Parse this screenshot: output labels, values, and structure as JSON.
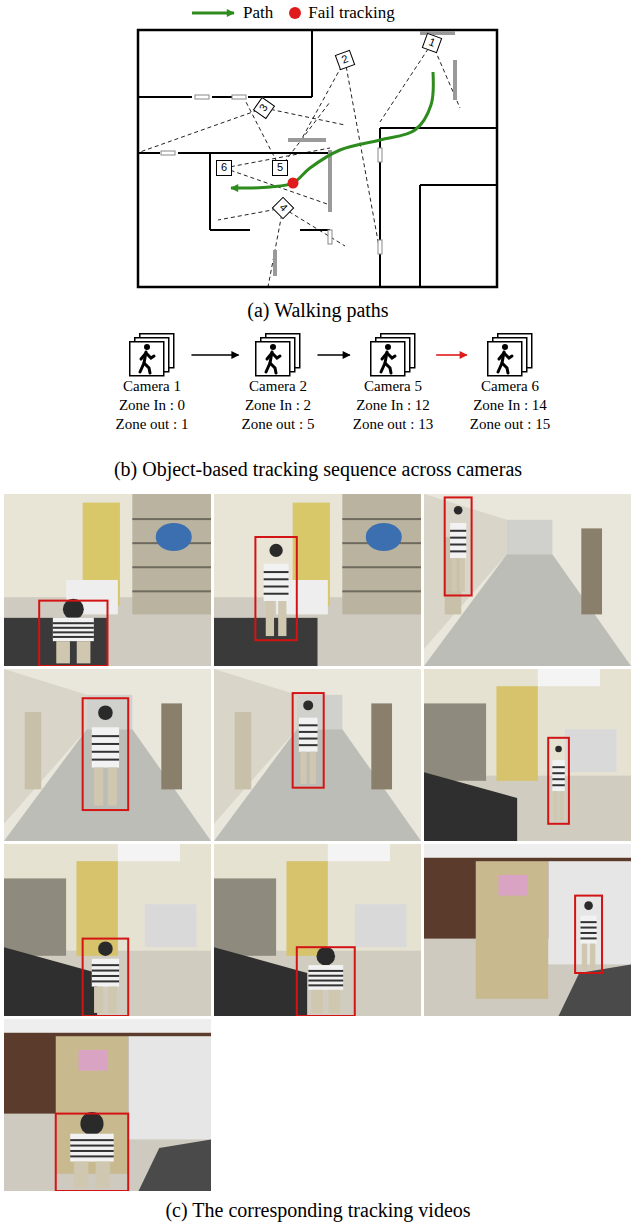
{
  "diagram": {
    "nodes": [
      {
        "text": [
          "1"
        ]
      },
      {
        "text": [
          "2"
        ]
      },
      {
        "text": [
          "3"
        ]
      },
      {
        "text": [
          "6"
        ]
      },
      {
        "text": [
          "5"
        ]
      },
      {
        "text": [
          "4"
        ]
      },
      {
        "text": [
          "Camera 1",
          "Zone In : 0",
          "Zone out : 1"
        ]
      },
      {
        "text": [
          "Camera 2",
          "Zone In : 2",
          "Zone out : 5"
        ]
      },
      {
        "text": [
          "Camera 5",
          "Zone In : 12",
          "Zone out : 13"
        ]
      },
      {
        "text": [
          "Camera 6",
          "Zone In : 14",
          "Zone out : 15"
        ]
      }
    ],
    "edges": [
      {
        "from": 6,
        "to": 7,
        "arrow": "to"
      },
      {
        "from": 7,
        "to": 8,
        "arrow": "to"
      },
      {
        "from": 8,
        "to": 9,
        "arrow": "to"
      }
    ],
    "labels": [
      "(a) Walking paths",
      "(b) Object-based tracking sequence across cameras",
      "(c) The corresponding tracking videos"
    ],
    "legend": [
      {
        "text": "Path"
      },
      {
        "text": "Fail tracking"
      }
    ]
  }
}
